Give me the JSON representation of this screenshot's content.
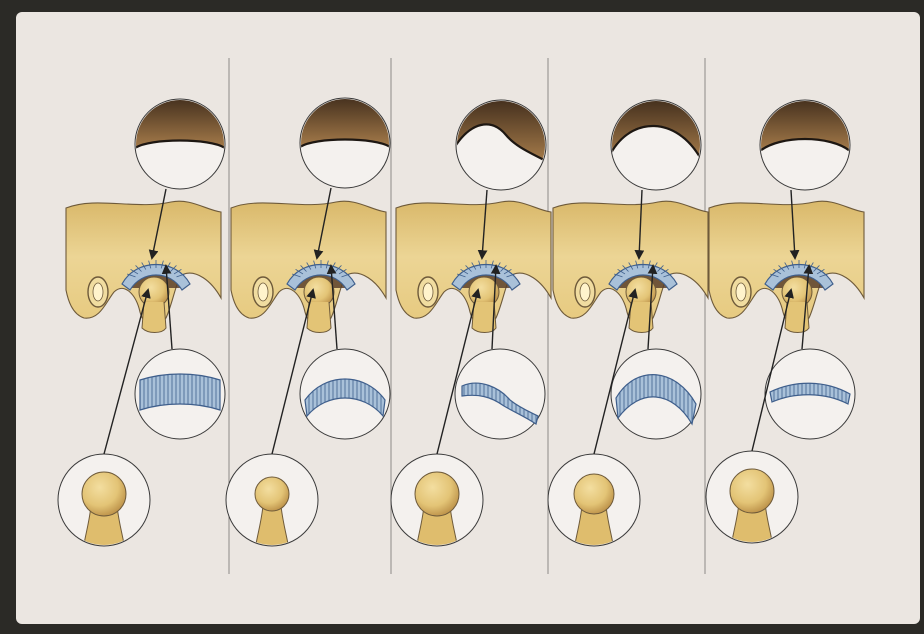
{
  "slide": {
    "description_visible_text": "",
    "colors": {
      "frame": "#2b2a26",
      "paper": "#ebe6e1",
      "divider": "#8e8a86",
      "bone_fill": "#e9cf86",
      "bone_shade": "#c39d53",
      "bone_outline": "#6e5a3a",
      "disc_fill": "#a9c1d9",
      "disc_stroke": "#3f5f8c",
      "fossa_dark": "#5a3f2a",
      "arrow": "#222222",
      "circle_stroke": "#3a3a3a"
    }
  },
  "panels": [
    {
      "name": "panel-1",
      "fossa_shape": "flat",
      "disc_shape": "thick-curved",
      "condyle_shape": "round-large"
    },
    {
      "name": "panel-2",
      "fossa_shape": "flat",
      "disc_shape": "thick-arched",
      "condyle_shape": "small-narrow"
    },
    {
      "name": "panel-3",
      "fossa_shape": "wavy",
      "disc_shape": "thin-wavy",
      "condyle_shape": "round-large"
    },
    {
      "name": "panel-4",
      "fossa_shape": "steep-arch",
      "disc_shape": "thick-steep-arch",
      "condyle_shape": "round-medium"
    },
    {
      "name": "panel-5",
      "fossa_shape": "shallow",
      "disc_shape": "thin-shallow",
      "condyle_shape": "round-large"
    }
  ]
}
